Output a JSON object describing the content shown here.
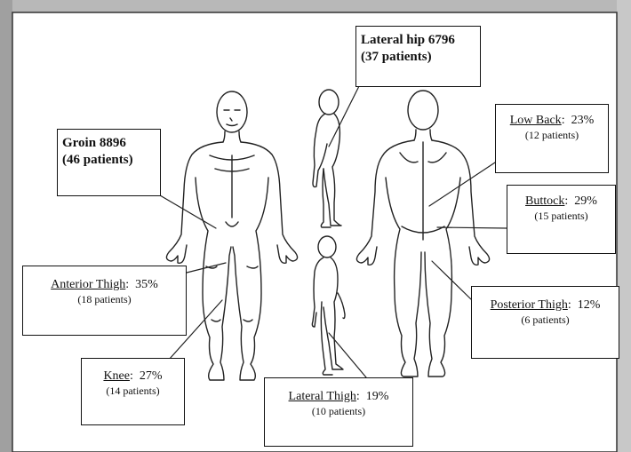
{
  "callouts": {
    "lateral_hip": {
      "title": "Lateral hip 6796",
      "count": "(37 patients)"
    },
    "groin": {
      "title": "Groin 8896",
      "count": "(46 patients)"
    },
    "low_back": {
      "name": "Low Back",
      "pct": "23%",
      "count": "(12 patients)"
    },
    "buttock": {
      "name": "Buttock",
      "pct": "29%",
      "count": "(15 patients)"
    },
    "anterior_thigh": {
      "name": "Anterior Thigh",
      "pct": "35%",
      "count": "(18 patients)"
    },
    "posterior_thigh": {
      "name": "Posterior Thigh",
      "pct": "12%",
      "count": "(6 patients)"
    },
    "knee": {
      "name": "Knee",
      "pct": "27%",
      "count": "(14 patients)"
    },
    "lateral_thigh": {
      "name": "Lateral Thigh",
      "pct": "19%",
      "count": "(10 patients)"
    }
  },
  "colors": {
    "border": "#111111",
    "frame_shadow": "#8a8a8a",
    "background": "#ffffff"
  }
}
